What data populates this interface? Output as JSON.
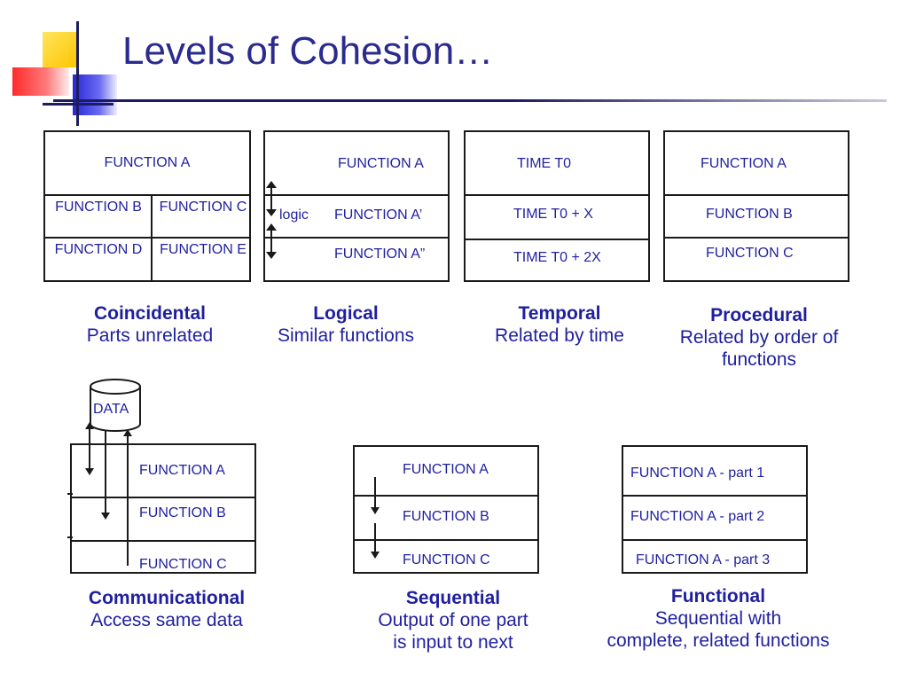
{
  "slide": {
    "title": "Levels of Cohesion…"
  },
  "coincidental": {
    "cells": [
      "FUNCTION A",
      "FUNCTION B",
      "FUNCTION C",
      "FUNCTION D",
      "FUNCTION E"
    ],
    "caption_title": "Coincidental",
    "caption_lines": [
      "Parts unrelated"
    ]
  },
  "logical": {
    "cells": [
      "FUNCTION A",
      "FUNCTION A’",
      "FUNCTION A”"
    ],
    "logic_label": "logic",
    "caption_title": "Logical",
    "caption_lines": [
      "Similar functions"
    ]
  },
  "temporal": {
    "cells": [
      "TIME T0",
      "TIME T0 + X",
      "TIME T0 + 2X"
    ],
    "caption_title": "Temporal",
    "caption_lines": [
      "Related by time"
    ]
  },
  "procedural": {
    "cells": [
      "FUNCTION A",
      "FUNCTION B",
      "FUNCTION C"
    ],
    "caption_title": "Procedural",
    "caption_lines": [
      "Related by order of",
      "functions"
    ]
  },
  "communicational": {
    "data_label": "DATA",
    "cells": [
      "FUNCTION A",
      "FUNCTION B",
      "FUNCTION C"
    ],
    "caption_title": "Communicational",
    "caption_lines": [
      "Access same data"
    ]
  },
  "sequential": {
    "cells": [
      "FUNCTION A",
      "FUNCTION B",
      "FUNCTION C"
    ],
    "caption_title": "Sequential",
    "caption_lines": [
      "Output of one part",
      "is input to next"
    ]
  },
  "functional": {
    "cells": [
      "FUNCTION A - part 1",
      "FUNCTION A - part 2",
      "FUNCTION A - part 3"
    ],
    "caption_title": "Functional",
    "caption_lines": [
      "Sequential with",
      "complete, related functions"
    ]
  },
  "colors": {
    "text": "#1f1f9f",
    "title": "#2b2b8f",
    "lines": "#1a1a1a",
    "deco_yellow": "#ffd21f",
    "deco_red": "#ff3b3b",
    "deco_blue": "#3a3adf"
  }
}
